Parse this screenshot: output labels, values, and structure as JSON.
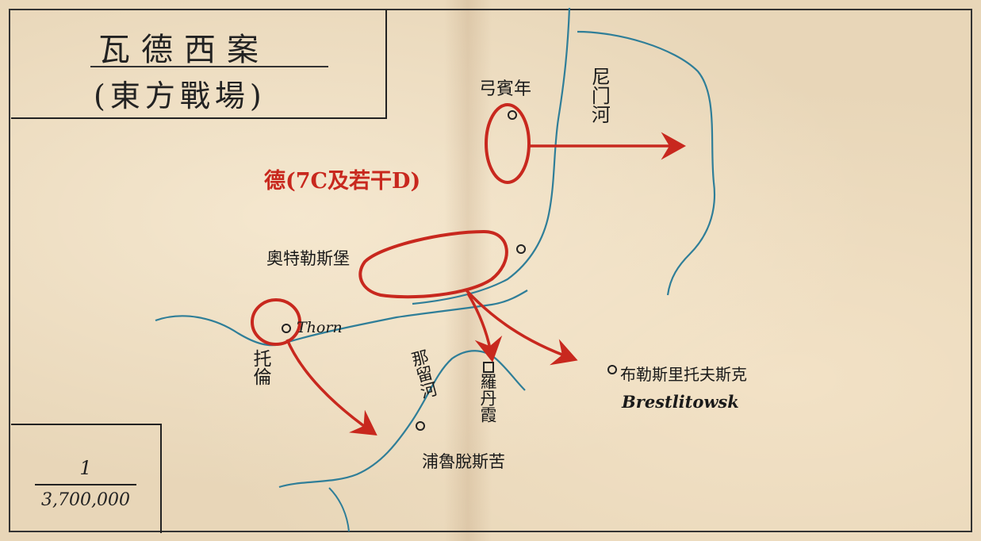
{
  "title": {
    "line1": "瓦德西案",
    "line2": "(東方戰場)"
  },
  "scale": {
    "numerator": "1",
    "denominator": "3,700,000"
  },
  "force_label": "德(7C及若干D)",
  "places": {
    "bialystok": "弓賓年",
    "ortelsburg": "奧特勒斯堡",
    "thorn_en": "Thorn",
    "thorn_cn": "托倫",
    "rozan": "羅丹霞",
    "plock": "浦魯脫斯苦",
    "brest_cn": "布勒斯里托夫斯克",
    "brest_en": "Brestlitowsk"
  },
  "rivers": {
    "niemen": "尼门河",
    "narew": "那留河"
  },
  "colors": {
    "paper": "#e8d6b8",
    "river": "#2f7e98",
    "arrow": "#c8281e",
    "ink": "#1a1a1a"
  }
}
